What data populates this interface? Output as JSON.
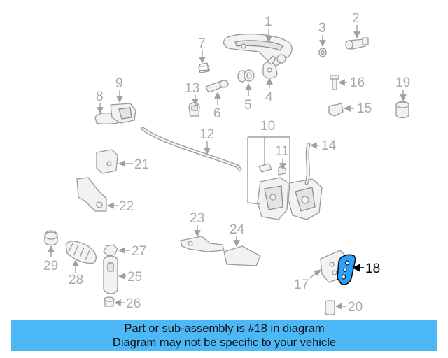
{
  "diagram": {
    "callouts": [
      "1",
      "2",
      "3",
      "4",
      "5",
      "6",
      "7",
      "8",
      "9",
      "10",
      "11",
      "12",
      "13",
      "14",
      "15",
      "16",
      "17",
      "18",
      "19",
      "20",
      "21",
      "22",
      "23",
      "24",
      "25",
      "26",
      "27",
      "28",
      "29"
    ],
    "highlighted_part": "18",
    "colors": {
      "highlight_fill": "#29a3ff",
      "part_line": "#9a9a9a",
      "label_gray": "#a8a8a8",
      "banner": "#4cb8f5"
    }
  },
  "banner": {
    "line1": "Part or sub-assembly is #18 in diagram",
    "line2": "Diagram may not be specific to your vehicle"
  }
}
